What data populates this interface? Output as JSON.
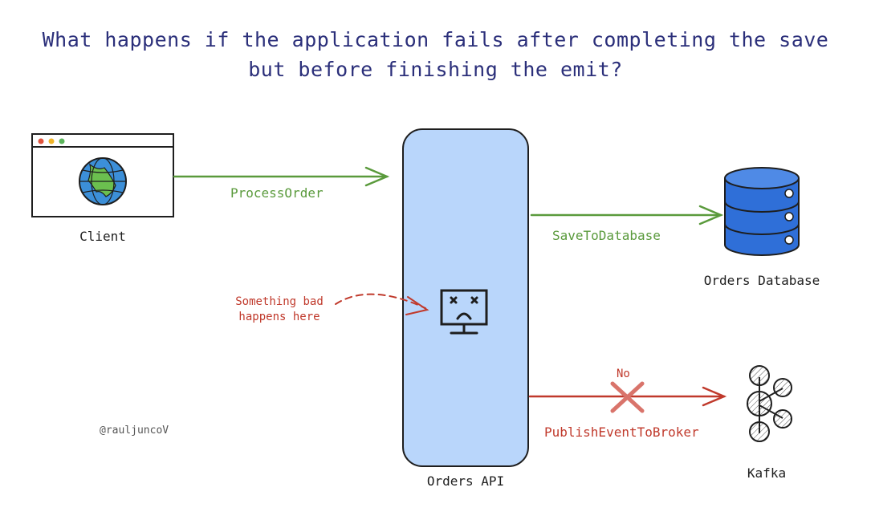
{
  "title": {
    "line1": "What happens if the application fails after completing the save",
    "line2": "but before finishing the emit?"
  },
  "nodes": {
    "client": "Client",
    "api": "Orders API",
    "database": "Orders Database",
    "kafka": "Kafka"
  },
  "edges": {
    "process_order": "ProcessOrder",
    "save_to_database": "SaveToDatabase",
    "publish_event": "PublishEventToBroker",
    "no_label": "No"
  },
  "annotation": {
    "line1": "Something bad",
    "line2": "happens here"
  },
  "watermark": "@rauljuncoV",
  "colors": {
    "green": "#5a9a3c",
    "red": "#c0392b",
    "api_fill": "#b9d6fb",
    "db_blue": "#2f6fd8",
    "title": "#2b2f7a"
  },
  "icons": {
    "client": "browser-globe-icon",
    "api": "sad-computer-icon",
    "database": "database-icon",
    "kafka": "kafka-icon"
  }
}
